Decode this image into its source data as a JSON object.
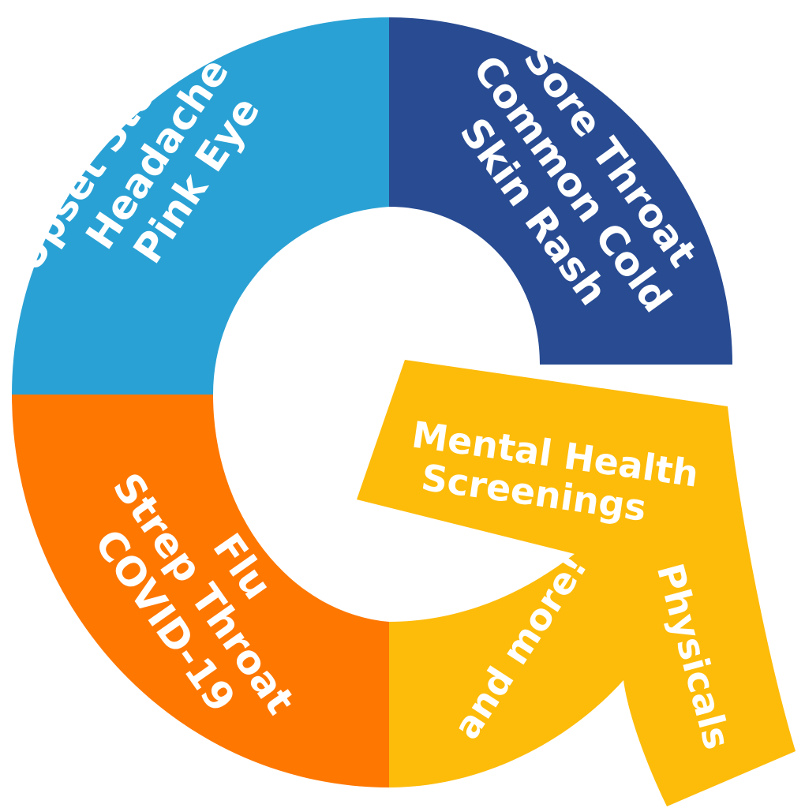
{
  "colors": {
    "top_left": "#2aa1d4",
    "top_right": "#284b92",
    "bottom_left": "#fe7701",
    "bottom_right": "#fdbb0a",
    "text": "#ffffff"
  },
  "quadrants": {
    "top_left": {
      "lines": [
        "Upset Stomach",
        "Headache",
        "Pink Eye"
      ]
    },
    "top_right": {
      "lines": [
        "Sore Throat",
        "Common Cold",
        "Skin Rash"
      ]
    },
    "bottom_left": {
      "lines": [
        "Flu",
        "Strep Throat",
        "COVID-19"
      ]
    },
    "bottom_right": {
      "lines": [
        "Mental Health",
        "Screenings"
      ],
      "extra": "and more!",
      "tail": "Physicals"
    }
  }
}
